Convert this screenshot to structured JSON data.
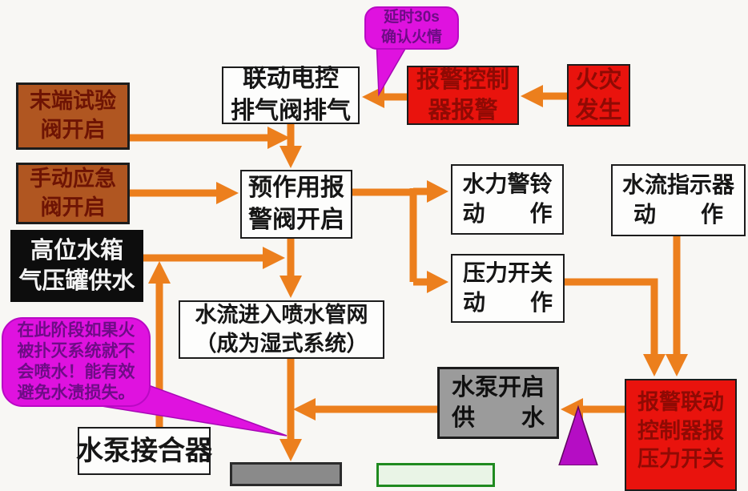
{
  "diagram_type": "flowchart",
  "nodes": {
    "end_test_valve": {
      "lines": [
        "末端试验",
        "阀开启"
      ]
    },
    "manual_valve": {
      "lines": [
        "手动应急",
        "阀开启"
      ]
    },
    "elevated_tank": {
      "lines": [
        "高位水箱",
        "气压罐供水"
      ]
    },
    "pump_coupler": {
      "lines": [
        "水泵接合器"
      ]
    },
    "exhaust_valve": {
      "lines": [
        "联动电控",
        "排气阀排气"
      ]
    },
    "preaction_valve": {
      "lines": [
        "预作用报",
        "警阀开启"
      ]
    },
    "wet_pipe": {
      "lines": [
        "水流进入喷水管网",
        "（成为湿式系统）"
      ]
    },
    "alarm_controller": {
      "lines": [
        "报警控制",
        "器报警"
      ]
    },
    "fire_occurs": {
      "lines": [
        "火灾",
        "发生"
      ]
    },
    "hydraulic_bell": {
      "lines": [
        "水力警铃",
        "动　　作"
      ]
    },
    "flow_indicator": {
      "lines": [
        "水流指示器",
        "动　　作"
      ]
    },
    "pressure_switch": {
      "lines": [
        "压力开关",
        "动　　作"
      ]
    },
    "pump_start": {
      "lines": [
        "水泵开启",
        "供　　水"
      ]
    },
    "alarm_linkage": {
      "lines": [
        "报警联动",
        "控制器报",
        "压力开关"
      ]
    }
  },
  "callouts": {
    "delay": {
      "lines": [
        "延时30s",
        "确认火情"
      ]
    },
    "note": {
      "lines": [
        "在此阶段如果火",
        "被扑灭系统就不",
        "会喷水！能有效",
        "避免水渍损失。"
      ]
    }
  },
  "colors": {
    "bg": "#F8F7F4",
    "ink": "#161616",
    "border": "#1C1C1C",
    "orange": "#EC7F1D",
    "magenta": "#DF12DF",
    "magenta-text": "#6E0C86",
    "red": "#E9130D",
    "red-text": "#8F0A04",
    "brown": "#B05621",
    "brown-text": "#6E1404",
    "black-box": "#0D0D0D",
    "white-box": "#FDFDFC",
    "gray-box": "#9B9B9B",
    "green": "#1F8A1F"
  }
}
